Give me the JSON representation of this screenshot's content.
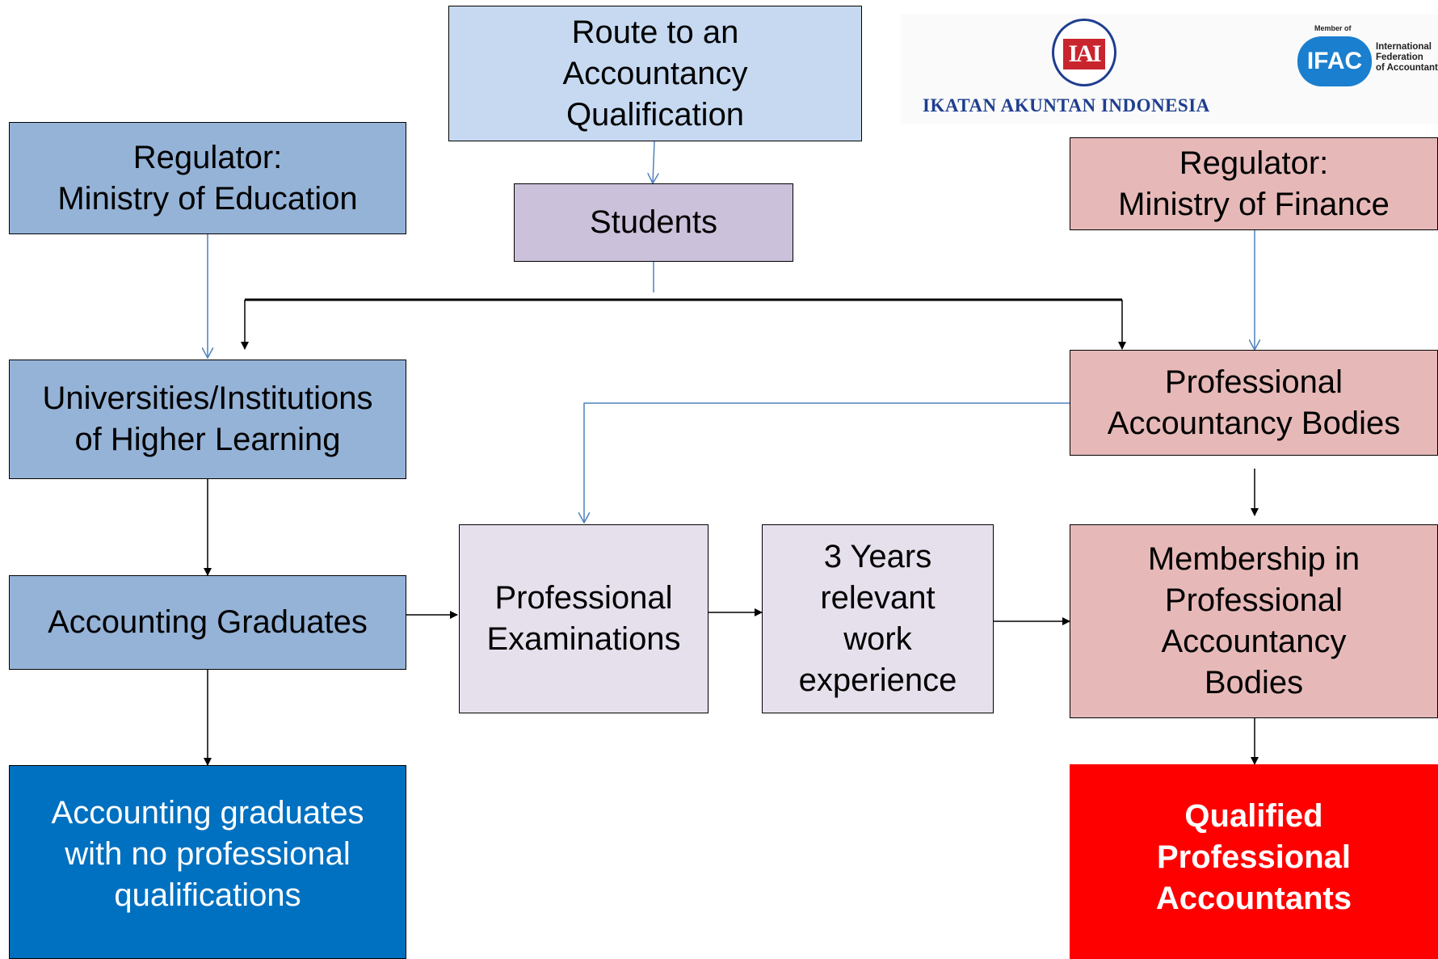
{
  "route_title": "Route to an\nAccountancy\nQualification",
  "students": "Students",
  "regulator_education": "Regulator:\nMinistry of Education",
  "regulator_finance": "Regulator:\nMinistry of Finance",
  "universities": "Universities/Institutions\nof Higher Learning",
  "accounting_graduates": "Accounting Graduates",
  "no_qualification": "Accounting  graduates\nwith no professional\nqualifications",
  "professional_bodies": "Professional\nAccountancy Bodies",
  "professional_exams": "Professional\nExaminations",
  "work_experience": "3 Years\nrelevant\nwork\nexperience",
  "membership": "Membership in\nProfessional\nAccountancy\nBodies",
  "qualified": "Qualified\nProfessional\nAccountants",
  "logos": {
    "iai_mark": "IAI",
    "iai_name": "IKATAN AKUNTAN INDONESIA",
    "ifac_member": "Member of",
    "ifac_badge": "IFAC",
    "ifac_name": "International\nFederation\nof Accountants"
  },
  "colors": {
    "blue_box": "#95b3d7",
    "light_blue_box": "#c6d9f1",
    "purple_box": "#ccc1da",
    "lavender_box": "#e6e0ec",
    "pink_box": "#e6b9b8",
    "dark_blue_box": "#0070c0",
    "red_box": "#ff0000",
    "blue_arrow": "#4f81bd",
    "black_arrow": "#000000"
  }
}
